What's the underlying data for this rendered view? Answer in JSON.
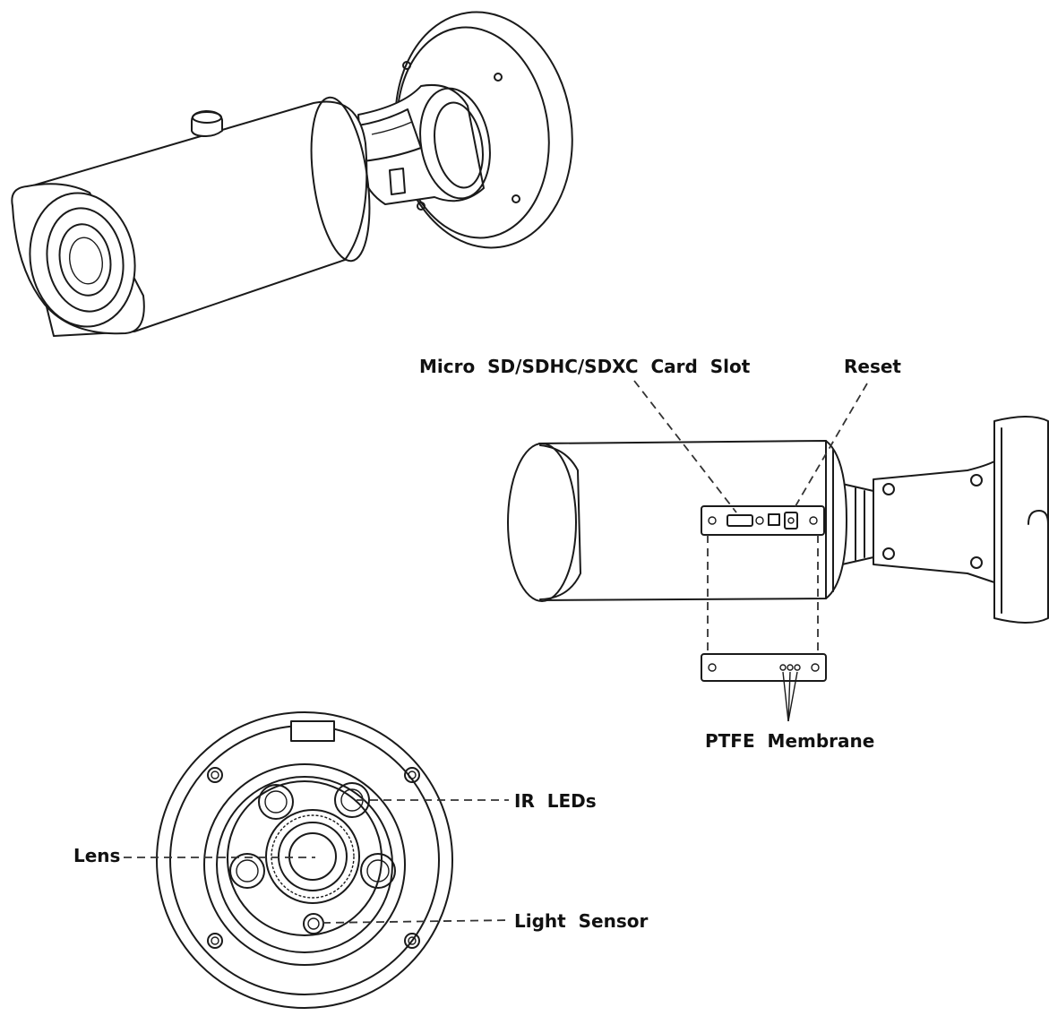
{
  "labels": {
    "sd_slot": "Micro  SD/SDHC/SDXC  Card  Slot",
    "reset": "Reset",
    "ptfe": "PTFE  Membrane",
    "ir_leds": "IR  LEDs",
    "lens": "Lens",
    "light_sensor": "Light  Sensor"
  }
}
